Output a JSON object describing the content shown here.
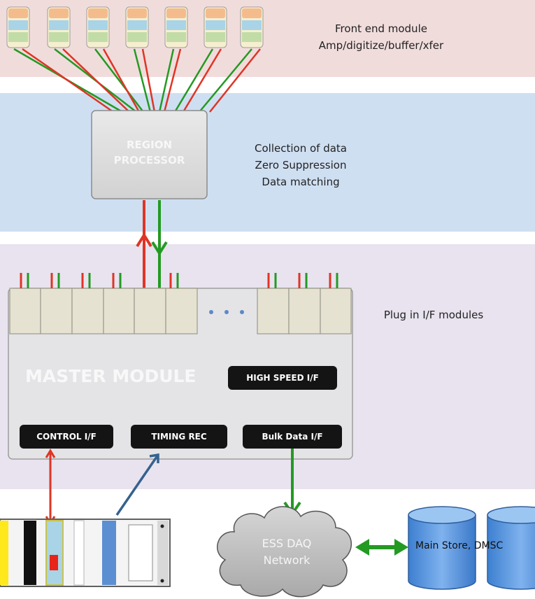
{
  "colors": {
    "band_front": "#f1dcdc",
    "band_collection": "#cfdff2",
    "band_master": "#e8e3ef",
    "red_link": "#e03425",
    "green_link": "#239a22",
    "blue_link": "#35628f"
  },
  "front_end": {
    "description_lines": [
      "Front end module",
      "Amp/digitize/buffer/xfer"
    ]
  },
  "region_processor": {
    "label_lines": [
      "REGION",
      "PROCESSOR"
    ],
    "description_lines": [
      "Collection of data",
      "Zero Suppression",
      "Data matching"
    ]
  },
  "master": {
    "title": "MASTER MODULE",
    "plugin_description": "Plug in I/F modules",
    "high_speed_label": "HIGH SPEED I/F",
    "control_label": "CONTROL I/F",
    "timing_label": "TIMING REC",
    "bulk_label": "Bulk Data I/F"
  },
  "network": {
    "label_lines": [
      "ESS DAQ",
      "Network"
    ]
  },
  "storage": {
    "label": "Main Store, DMSC"
  }
}
